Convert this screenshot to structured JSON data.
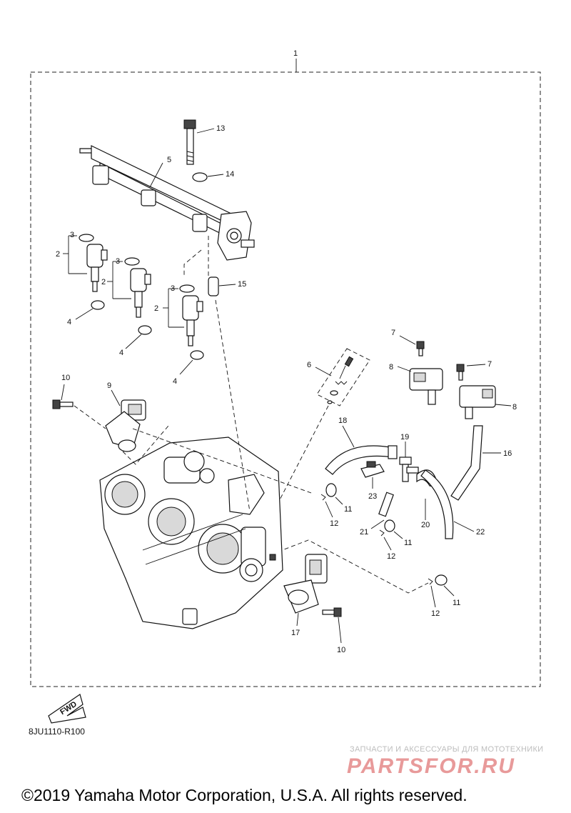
{
  "diagram": {
    "callouts": {
      "c1": "1",
      "c2a": "2",
      "c2b": "2",
      "c2c": "2",
      "c3a": "3",
      "c3b": "3",
      "c3c": "3",
      "c4a": "4",
      "c4b": "4",
      "c4c": "4",
      "c5": "5",
      "c6": "6",
      "c7a": "7",
      "c7b": "7",
      "c8a": "8",
      "c8b": "8",
      "c9": "9",
      "c10a": "10",
      "c10b": "10",
      "c11a": "11",
      "c11b": "11",
      "c11c": "11",
      "c12a": "12",
      "c12b": "12",
      "c12c": "12",
      "c13": "13",
      "c14": "14",
      "c15": "15",
      "c16": "16",
      "c17": "17",
      "c18": "18",
      "c19": "19",
      "c20": "20",
      "c21": "21",
      "c22": "22",
      "c23": "23"
    },
    "fwd_label": "FWD",
    "drawing_code": "8JU1110-R100"
  },
  "watermark": {
    "subtitle": "ЗАПЧАСТИ И АКСЕССУАРЫ ДЛЯ МОТОТЕХНИКИ",
    "logo": "PARTSFOR.RU",
    "color": "#e89a9a"
  },
  "copyright": "©2019 Yamaha Motor Corporation, U.S.A. All rights reserved."
}
